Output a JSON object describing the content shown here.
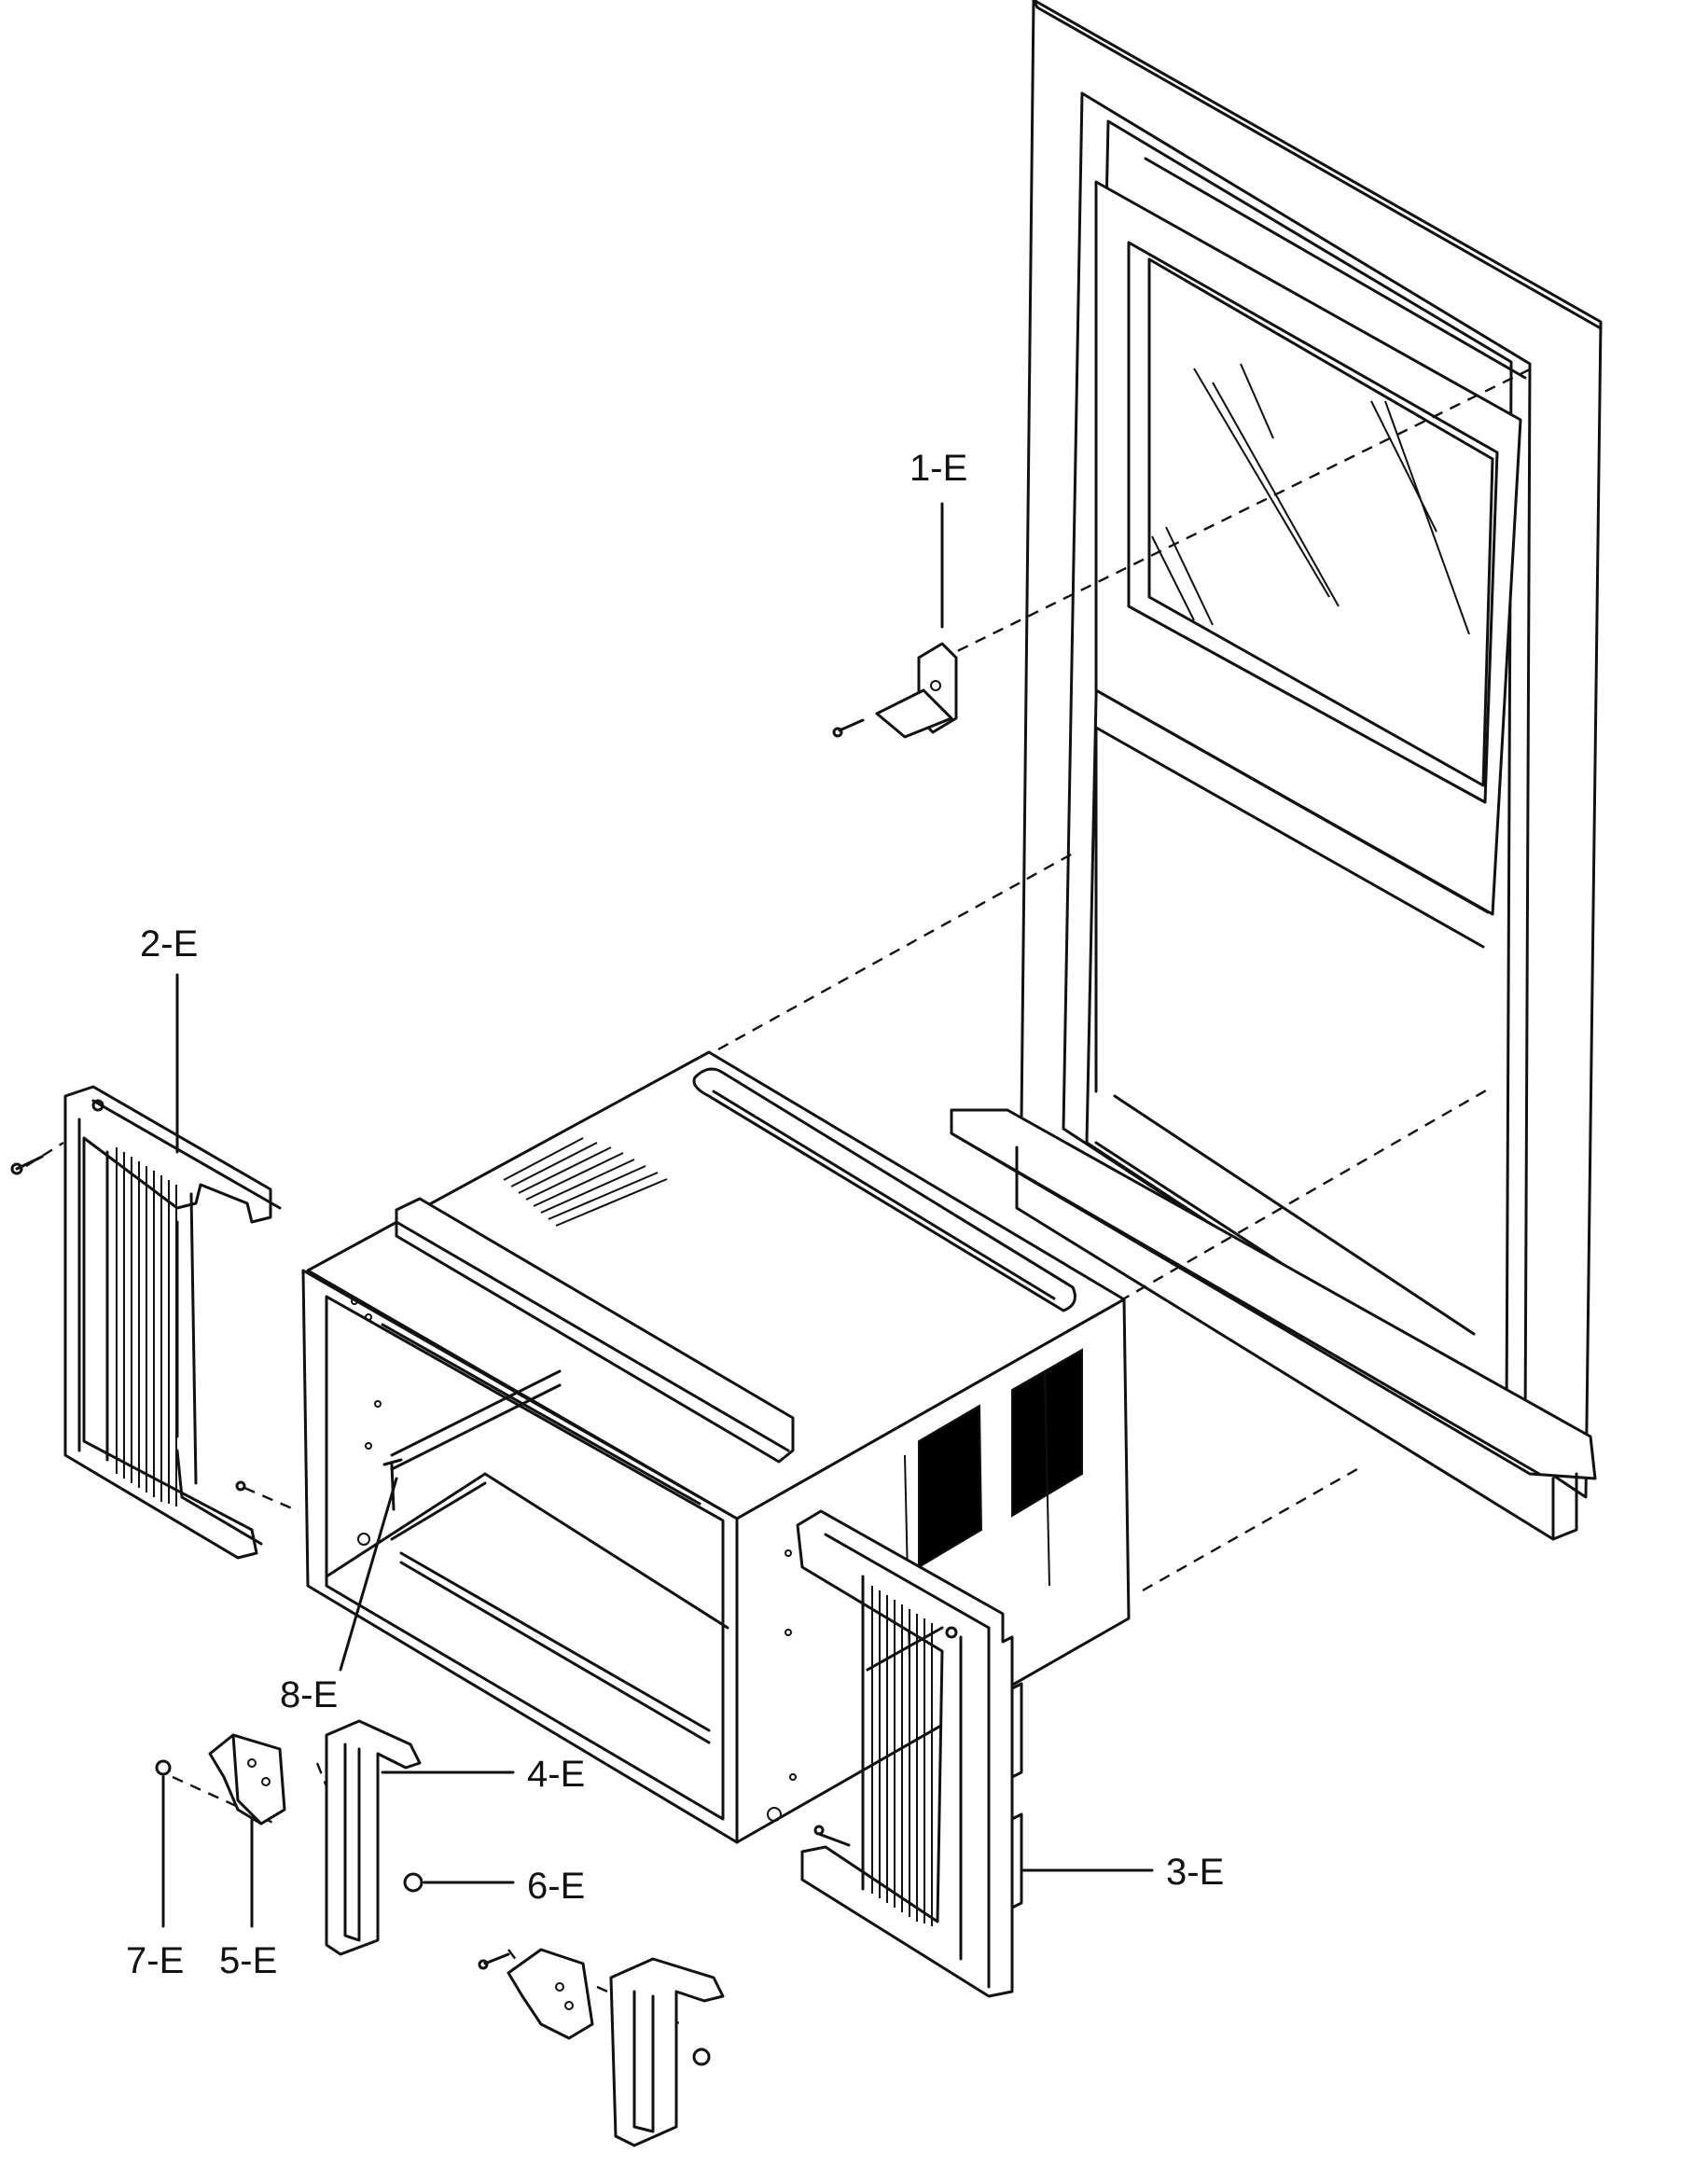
{
  "labels": {
    "part_1": "1-E",
    "part_2": "2-E",
    "part_3": "3-E",
    "part_4": "4-E",
    "part_5": "5-E",
    "part_6": "6-E",
    "part_7": "7-E",
    "part_8": "8-E"
  }
}
